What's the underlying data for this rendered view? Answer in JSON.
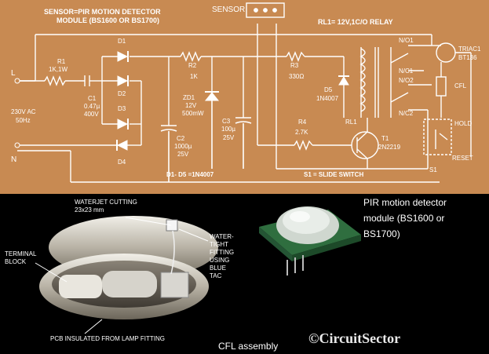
{
  "title": {
    "line1": "SENSOR=PIR MOTION DETECTOR",
    "line2": "MODULE (BS1600 OR BS1700)"
  },
  "sensor_label": "SENSOR",
  "relay_spec": "RL1= 12V,1C/O RELAY",
  "diode_note": "D1- D5 =1N4007",
  "switch_note": "S1 = SLIDE SWITCH",
  "input": {
    "L": "L",
    "N": "N",
    "volt": "230V AC",
    "freq": "50Hz"
  },
  "components": {
    "R1": [
      "R1",
      "1K,1W"
    ],
    "C1": [
      "C1",
      "0.47µ",
      "400V"
    ],
    "D1": "D1",
    "D2": "D2",
    "D3": "D3",
    "D4": "D4",
    "R2": [
      "R2",
      "1K"
    ],
    "ZD1": [
      "ZD1",
      "12V",
      "500mW"
    ],
    "C2": [
      "C2",
      "1000µ",
      "25V"
    ],
    "C3": [
      "C3",
      "100µ",
      "25V"
    ],
    "R3": [
      "R3",
      "330Ω"
    ],
    "D5": [
      "D5",
      "1N4007"
    ],
    "RL1": "RL1",
    "R4": [
      "R4",
      "2.7K"
    ],
    "T1": [
      "T1",
      "2N2219"
    ],
    "NO1": "N/O1",
    "NC1": "N/C1",
    "NO2": "N/O2",
    "NC2": "N/C2",
    "TRIAC": [
      "TRIAC1",
      "BT136"
    ],
    "CFL": "CFL",
    "HOLD": "HOLD",
    "RESET": "RESET",
    "S1": "S1"
  },
  "photo_labels": {
    "waterjet": [
      "WATERJET CUTTING",
      "23x23 mm"
    ],
    "terminal": [
      "TERMINAL",
      "BLOCK"
    ],
    "watertight": [
      "WATER-",
      "TIGHT",
      "FITTING",
      "USING",
      "BLUE",
      "TAC"
    ],
    "pcb": "PCB INSULATED FROM LAMP FITTING",
    "assembly": "CFL assembly"
  },
  "pir_caption": [
    "PIR motion detector",
    "module (BS1600 or",
    "BS1700)"
  ],
  "watermark": "©CircuitSector",
  "colors": {
    "board": "#c88a52",
    "wire": "#ffffff",
    "panel": "#000000"
  }
}
